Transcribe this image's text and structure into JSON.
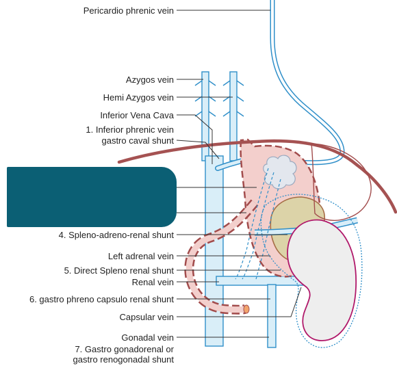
{
  "labels": [
    {
      "id": "pericardio-phrenic-vein",
      "text": "Pericardio phrenic vein"
    },
    {
      "id": "azygos-vein",
      "text": "Azygos vein"
    },
    {
      "id": "hemi-azygos-vein",
      "text": "Hemi Azygos vein"
    },
    {
      "id": "inferior-vena-cava",
      "text": "Inferior Vena Cava"
    },
    {
      "id": "inferior-phrenic-vein",
      "text": "1. Inferior phrenic vein"
    },
    {
      "id": "gastro-caval-shunt",
      "text": "gastro caval shunt"
    },
    {
      "id": "spleno-adreno-renal-shunt",
      "text": "4. Spleno-adreno-renal shunt"
    },
    {
      "id": "left-adrenal-vein",
      "text": "Left adrenal vein"
    },
    {
      "id": "direct-spleno-renal-shunt",
      "text": "5. Direct Spleno renal shunt"
    },
    {
      "id": "renal-vein",
      "text": "Renal vein"
    },
    {
      "id": "gastro-phreno-capsulo-renal-shunt",
      "text": "6. gastro phreno capsulo renal shunt"
    },
    {
      "id": "capsular-vein",
      "text": "Capsular vein"
    },
    {
      "id": "gonadal-vein",
      "text": "Gonadal vein"
    },
    {
      "id": "gastro-gonadorenal-shunt",
      "text": "7. Gastro gonadorenal or"
    },
    {
      "id": "gastro-renogonadal-shunt",
      "text": "gastro renogonadal shunt"
    }
  ],
  "colors": {
    "vein_outline": "#2f8fc9",
    "vein_fill": "#d9eef8",
    "stomach_fill": "#f3cfcc",
    "stomach_outline": "#a24c4c",
    "diaphragm": "#a55252",
    "spleen_fill": "#dcd3a8",
    "spleen_outline": "#a56c45",
    "kidney_fill": "#eeeeee",
    "kidney_outline": "#b0186a",
    "redaction": "#0b5f74"
  }
}
